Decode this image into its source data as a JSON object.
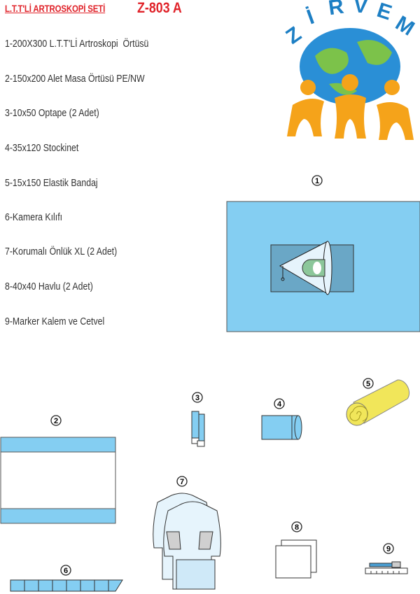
{
  "header": {
    "title": "L.T.T'Lİ ARTROSKOPİ SETİ",
    "code": "Z-803 A"
  },
  "logo": {
    "text": "ZİRVEM",
    "letters": [
      "Z",
      "İ",
      "R",
      "V",
      "E",
      "M"
    ]
  },
  "items": [
    "1-200X300 L.T.T'Lİ Artroskopi  Örtüsü",
    "2-150x200 Alet Masa Örtüsü PE/NW",
    "3-10x50 Optape (2 Adet)",
    "4-35x120 Stockinet",
    "5-15x150 Elastik Bandaj",
    "6-Kamera Kılıfı",
    "7-Korumalı Önlük XL (2 Adet)",
    "8-40x40 Havlu (2 Adet)",
    "9-Marker Kalem ve Cetvel"
  ],
  "labels": [
    "1",
    "2",
    "3",
    "4",
    "5",
    "6",
    "7",
    "8",
    "9"
  ],
  "colors": {
    "red": "#e0232a",
    "drape": "#84cef2",
    "dark": "#6aa7c6",
    "orange": "#f5a31a",
    "logo_blue": "#1d7fc4"
  }
}
